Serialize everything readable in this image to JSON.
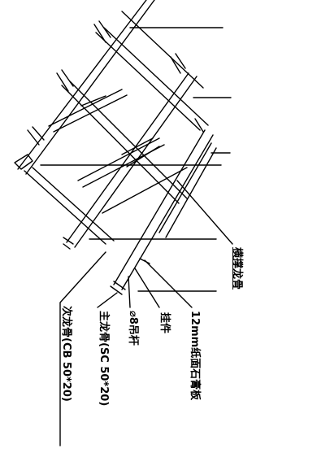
{
  "labels": {
    "horizontal_keel": "横撑龙骨",
    "gypsum_board": "12mm纸面石膏板",
    "hanger": "挂件",
    "rod": "⌀8吊杆",
    "main_keel": "主龙骨(SC 50*20)",
    "secondary_keel": "次龙骨(CB 50*20)"
  },
  "colors": {
    "line": "#000000",
    "background": "#ffffff"
  }
}
